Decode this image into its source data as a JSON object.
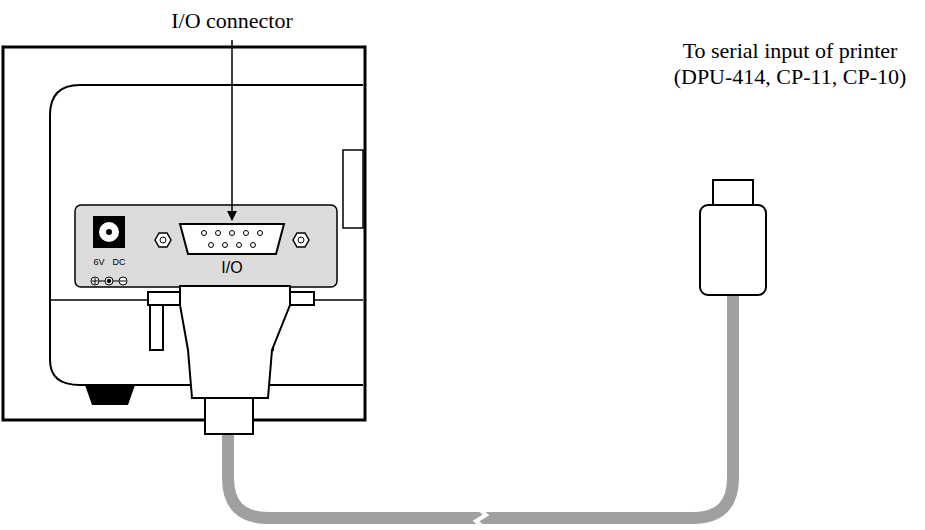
{
  "diagram": {
    "labels": [
      "I/O connector",
      "To serial input of printer (DPU-414, CP-11, CP-10)",
      "I/O",
      "6V",
      "DC"
    ]
  }
}
